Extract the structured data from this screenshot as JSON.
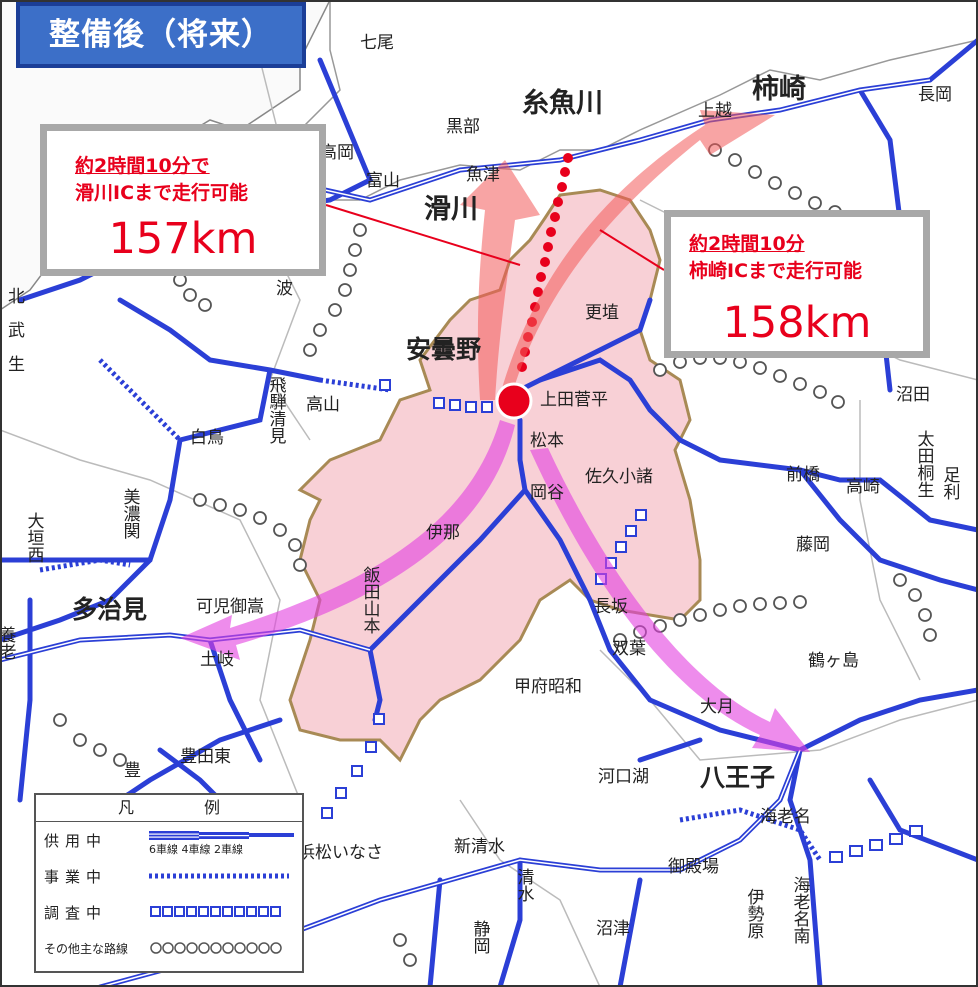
{
  "title": "整備後（将来）",
  "callouts": [
    {
      "line1": "約2時間10分で",
      "line2": "滑川ICまで走行可能",
      "distance": "157km"
    },
    {
      "line1": "約2時間10分",
      "line2": "柿崎ICまで走行可能",
      "distance": "158km"
    }
  ],
  "labels": {
    "nanao": "七尾",
    "itoigawa": "糸魚川",
    "kakizaki": "柿崎",
    "nagaoka": "長岡",
    "kurobe": "黒部",
    "takaoka": "高岡",
    "uozu": "魚津",
    "toyama": "富山",
    "namerikawa": "滑川",
    "joetsu": "上越",
    "nami": "波",
    "kousei": "北",
    "koushiki": "武",
    "kousei2": "生",
    "hida": "飛騨清見",
    "takayama": "高山",
    "azumino": "安曇野",
    "koshoku": "更埴",
    "ueda": "上田菅平",
    "numata": "沼田",
    "shiratori": "白鳥",
    "matsumoto": "松本",
    "sakukomoro": "佐久小諸",
    "maebashi": "前橋",
    "takasaki": "高崎",
    "ota": "太田桐生",
    "ashikaga": "足利",
    "mino": "美濃関",
    "ogaki": "大垣西",
    "okaya": "岡谷",
    "fujioka": "藤岡",
    "ina": "伊那",
    "iida": "飯田山本",
    "tajimi": "多治見",
    "kani": "可児御嵩",
    "yoro": "養老",
    "toki": "土岐",
    "nagasaka": "長坂",
    "futaba": "双葉",
    "tsurugashima": "鶴ヶ島",
    "kofu": "甲府昭和",
    "otsuki": "大月",
    "toyotahigashi": "豊田東",
    "toyo": "豊",
    "kawaguchiko": "河口湖",
    "hachioji": "八王子",
    "ebina": "海老名",
    "hamamatsu": "浜松いなさ",
    "shinshimizu": "新清水",
    "gotemba": "御殿場",
    "isehara": "伊勢原",
    "shimizu": "清水",
    "numazu": "沼津",
    "shizuoka": "静岡",
    "ebinaminami": "海老名南"
  },
  "legend": {
    "header_left": "凡",
    "header_right": "例",
    "rows": [
      {
        "label": "供用中",
        "sub": "6車線 4車線 2車線"
      },
      {
        "label": "事業中"
      },
      {
        "label": "調査中"
      },
      {
        "label": "その他主な路線"
      }
    ]
  },
  "colors": {
    "road": "#2b3fd6",
    "prefecture": "#f8d0d6",
    "arrow_red": "#f25a5a",
    "arrow_magenta": "#e23fe0",
    "text_red": "#e8001c",
    "title_bg": "#3c6fc8"
  }
}
